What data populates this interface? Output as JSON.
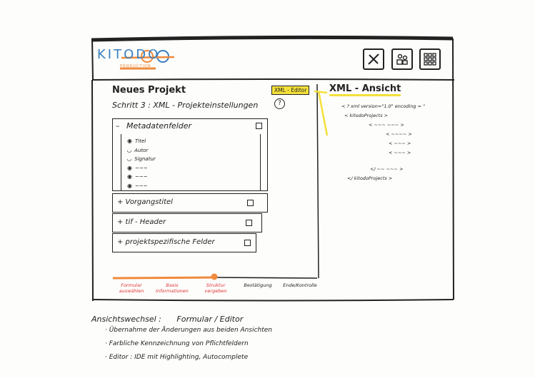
{
  "app": {
    "logo_text": "KITODO",
    "logo_sub": "PRODUCTION"
  },
  "header_icons": [
    "tools-icon",
    "users-icon",
    "grid-icon"
  ],
  "main": {
    "title": "Neues Projekt",
    "step": "Schritt 3 : XML - Projekteinstellungen",
    "help": "?",
    "xml_editor_tag": "XML - Editor"
  },
  "sections": {
    "metadata": {
      "label": "Metadatenfelder",
      "prefix": "–",
      "fields": [
        {
          "icon": "eye",
          "label": "Titel"
        },
        {
          "icon": "closed-eye",
          "label": "Autor"
        },
        {
          "icon": "closed-eye",
          "label": "Signatur"
        },
        {
          "icon": "eye",
          "label": "~~~"
        },
        {
          "icon": "eye",
          "label": "~~~"
        },
        {
          "icon": "eye",
          "label": "~~~"
        }
      ]
    },
    "collapsed": [
      {
        "prefix": "+",
        "label": "Vorgangstitel"
      },
      {
        "prefix": "+",
        "label": "tif - Header"
      },
      {
        "prefix": "+",
        "label": "projektspezifische Felder"
      }
    ]
  },
  "xml": {
    "title": "XML - Ansicht",
    "lines": [
      "< ? xml version=\"1.0\" encoding = \"",
      "< kitodoProjects >",
      "< ~~~ ~~~ >",
      "< ~~~~ >",
      "< ~~~ >",
      "< ~~~ >",
      "</ ~~ ~~~ >",
      "</ kitodoProjects >"
    ]
  },
  "steps": [
    {
      "label": "Formular auswählen",
      "state": "done"
    },
    {
      "label": "Basis Informationen",
      "state": "done"
    },
    {
      "label": "Struktur vergeben",
      "state": "current"
    },
    {
      "label": "Bestätigung",
      "state": "todo"
    },
    {
      "label": "Ende/Kontrolle",
      "state": "todo"
    }
  ],
  "notes": {
    "heading": "Ansichtswechsel :",
    "heading_value": "Formular / Editor",
    "bullets": [
      "· Übernahme der Änderungen aus beiden Ansichten",
      "· Farbliche Kennzeichnung von Pflichtfeldern",
      "· Editor : IDE mit Highlighting, Autocomplete"
    ]
  },
  "colors": {
    "accent": "#f08a3c",
    "highlight": "#f4e03a",
    "logo_blue": "#3a7fc1",
    "step_red": "#d33"
  }
}
